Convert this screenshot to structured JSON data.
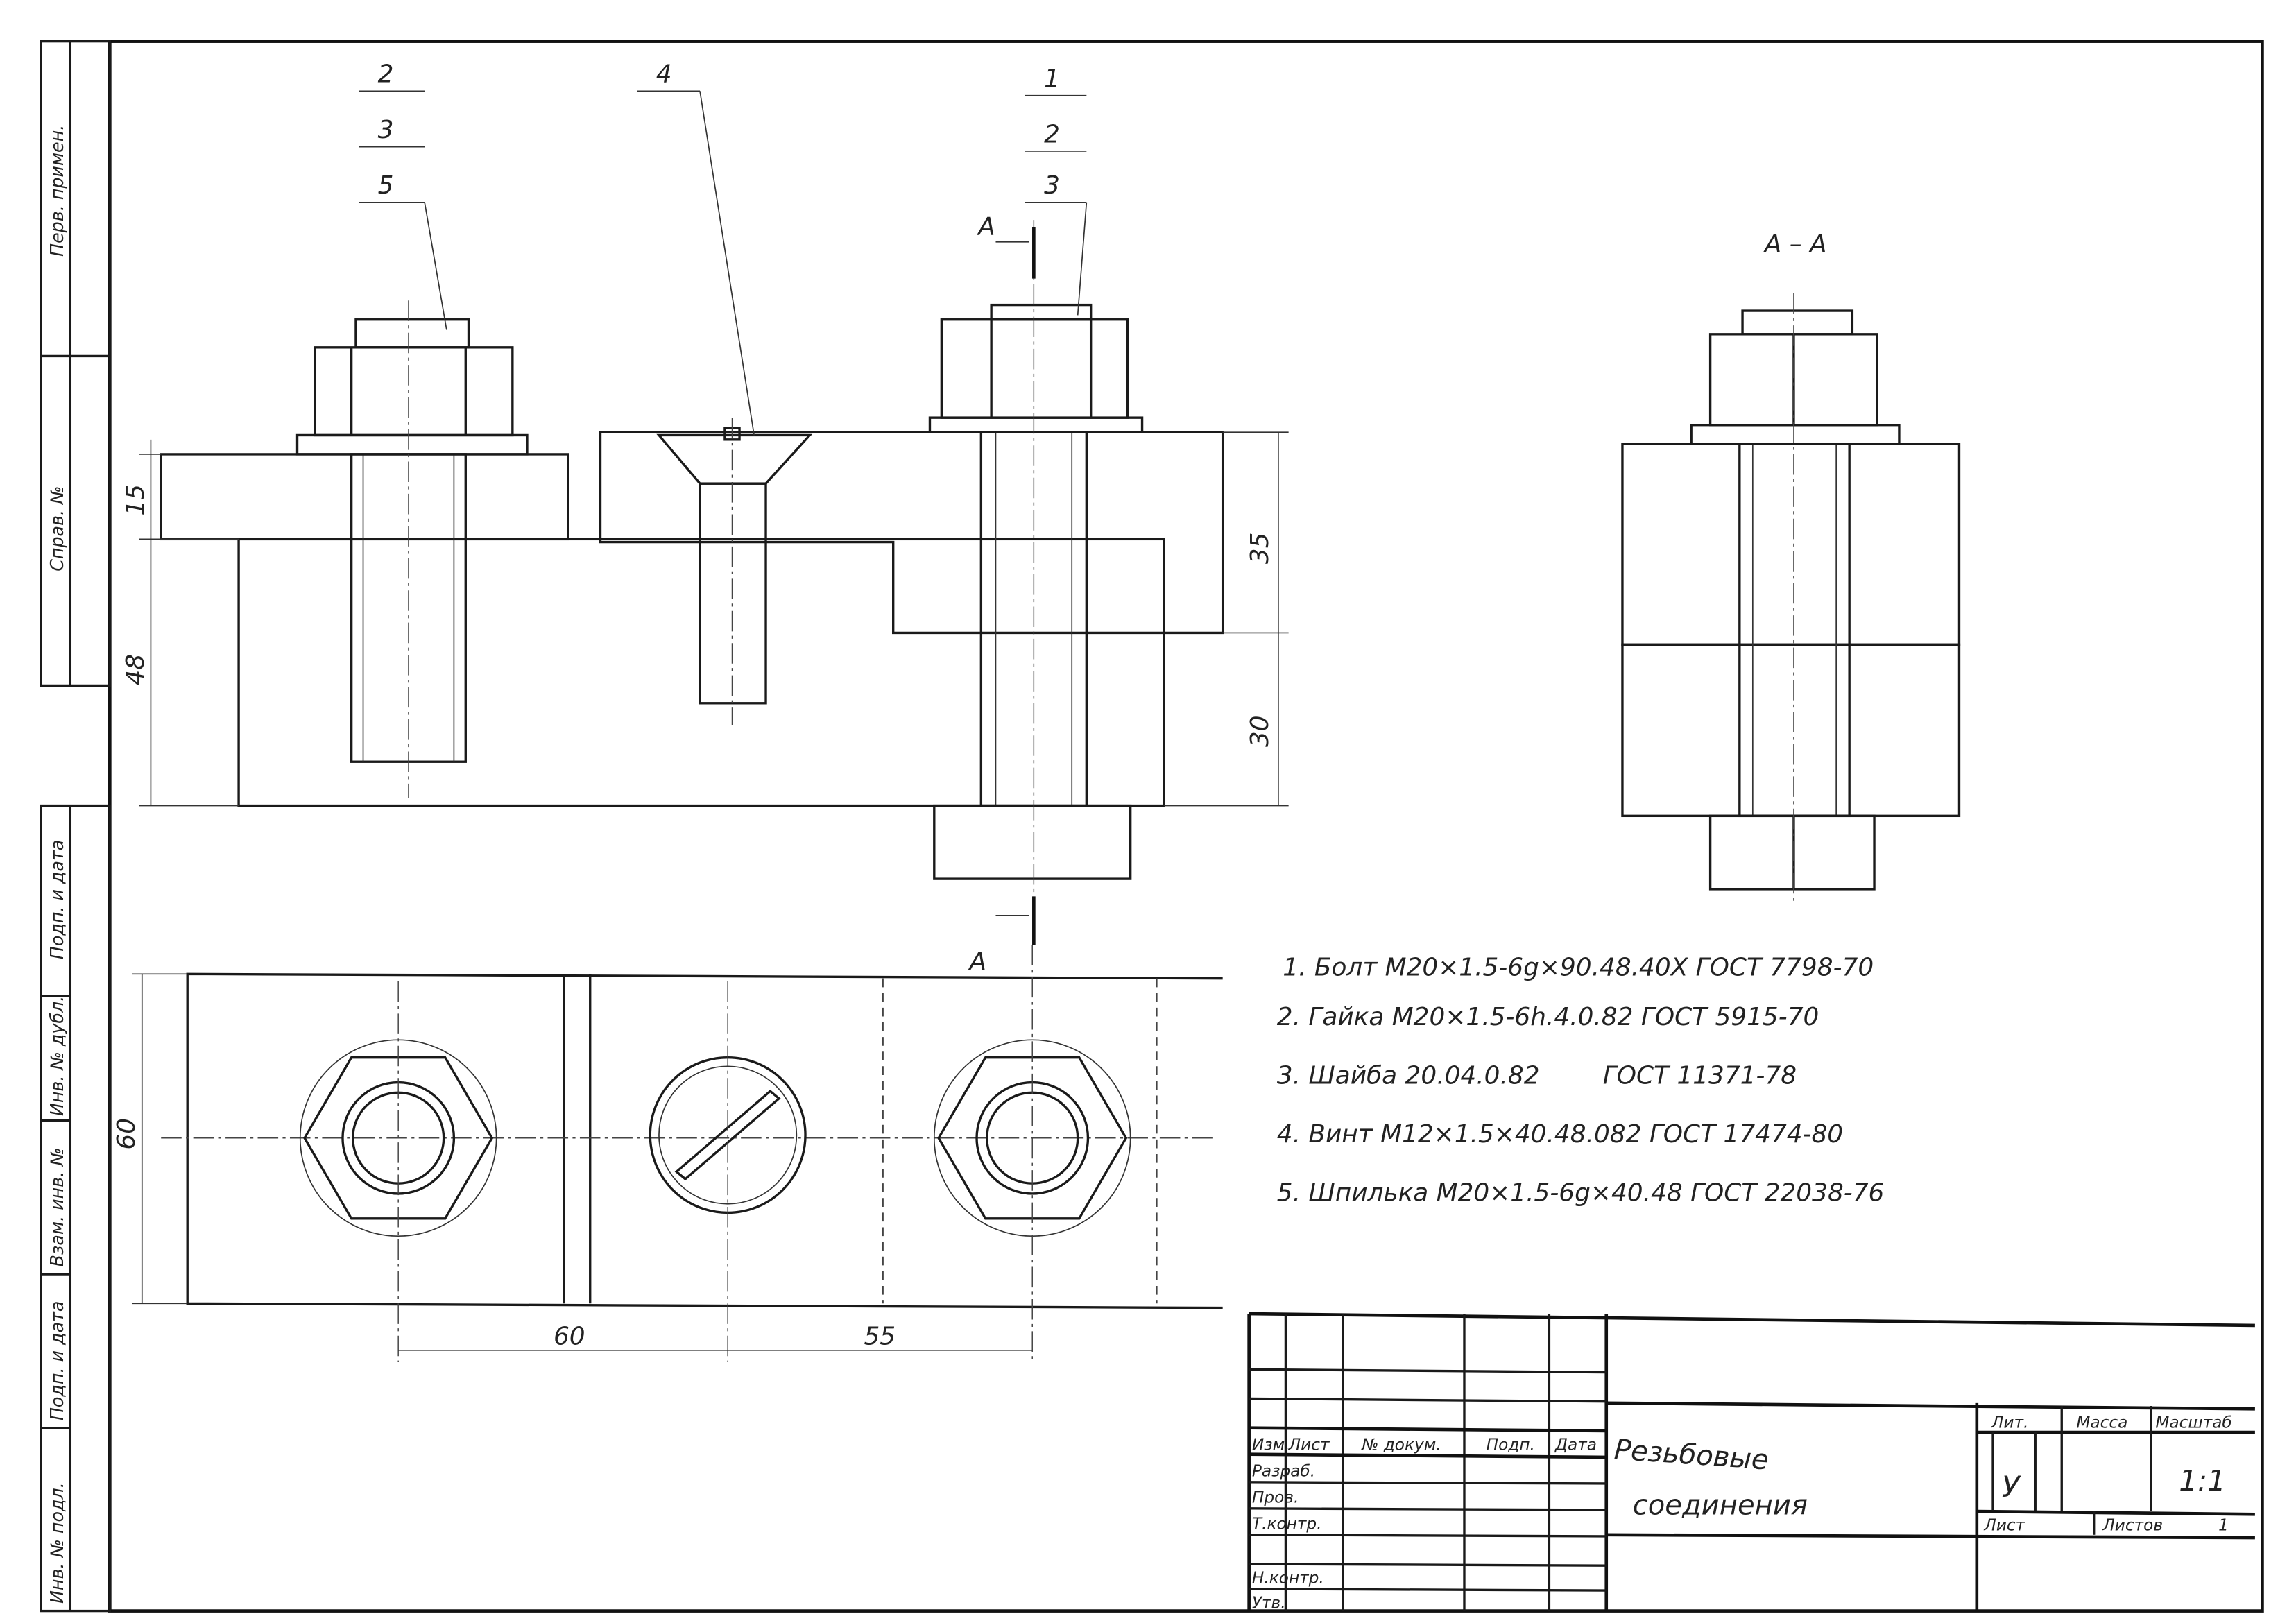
{
  "side_stamp": [
    "Перв. примен.",
    "Справ. №",
    "Подп. и дата",
    "Инв. № дубл.",
    "Взам. инв. №",
    "Подп. и дата",
    "Инв. № подл."
  ],
  "callouts": {
    "left": [
      "2",
      "3",
      "5"
    ],
    "screw": "4",
    "right": [
      "1",
      "2",
      "3"
    ]
  },
  "section": {
    "marker": "А",
    "title": "А – А"
  },
  "dimensions": {
    "front_top_plate": "15",
    "front_total": "48",
    "front_right_upper": "35",
    "front_right_lower": "30",
    "top_width": "60",
    "pitch_1": "60",
    "pitch_2": "55"
  },
  "parts_list": [
    "1. Болт М20×1.5-6g×90.48.40Х ГОСТ 7798-70",
    "2. Гайка М20×1.5-6h.4.0.82   ГОСТ 5915-70",
    "3. Шайба 20.04.0.82        ГОСТ 11371-78",
    "4. Винт М12×1.5×40.48.082 ГОСТ 17474-80",
    "5. Шпилька М20×1.5-6g×40.48 ГОСТ 22038-76"
  ],
  "title_block": {
    "col_headers": [
      "Изм.",
      "Лист",
      "№ докум.",
      "Подп.",
      "Дата"
    ],
    "row_labels": [
      "Разраб.",
      "Пров.",
      "Т.контр.",
      "",
      "Н.контр.",
      "Утв."
    ],
    "title_line1": "Резьбовые",
    "title_line2": "соединения",
    "lit_label": "Лит.",
    "mass_label": "Масса",
    "scale_label": "Масштаб",
    "lit_value": "У",
    "scale_value": "1:1",
    "sheet_label": "Лист",
    "sheets_label": "Листов",
    "sheets_value": "1"
  }
}
